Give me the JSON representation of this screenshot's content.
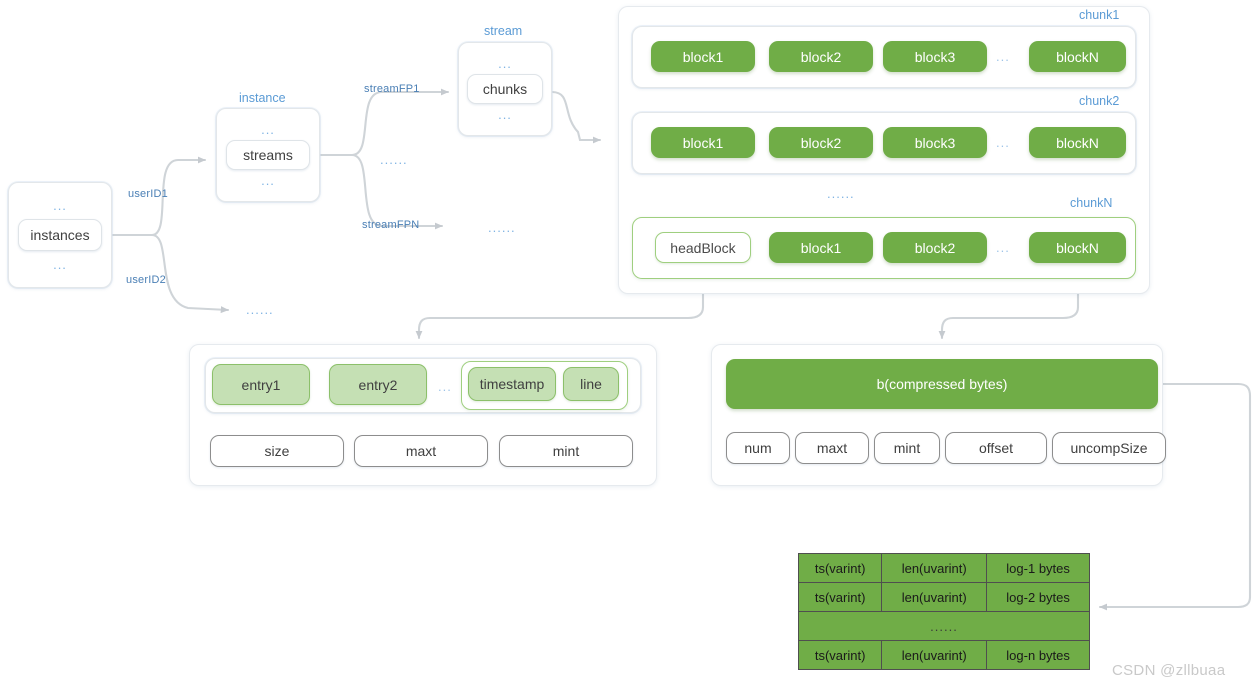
{
  "meta": {
    "watermark": "CSDN @zllbuaa",
    "colors": {
      "block_green": "#70ad47",
      "entry_green": "#c5e0b4",
      "label_blue": "#5b9bd5",
      "edge_label_blue": "#4a7fb5",
      "wire_grey": "#c8cdd2",
      "shell_border": "#e3e7ea",
      "green_border": "#9fcf7f"
    }
  },
  "instances_node": {
    "top_dots": "...",
    "label": "instances",
    "bottom_dots": "..."
  },
  "instance_node": {
    "caption": "instance",
    "top_dots": "...",
    "label": "streams",
    "bottom_dots": "..."
  },
  "stream_node": {
    "caption": "stream",
    "top_dots": "...",
    "label": "chunks",
    "bottom_dots": "..."
  },
  "edges": {
    "userID1": "userID1",
    "userID2": "userID2",
    "streamFP1": "streamFP1",
    "streamFPN": "streamFPN",
    "stream_middle_dots": "......",
    "userID2_target_dots": "......",
    "streamFPN_target_dots": "......"
  },
  "chunks": {
    "between_dots": "......",
    "list": [
      {
        "caption": "chunk1",
        "green_border": false,
        "blocks": [
          {
            "label": "block1",
            "style": "green"
          },
          {
            "label": "block2",
            "style": "green"
          },
          {
            "label": "block3",
            "style": "green"
          },
          {
            "label": "...",
            "style": "dots"
          },
          {
            "label": "blockN",
            "style": "green"
          }
        ]
      },
      {
        "caption": "chunk2",
        "green_border": false,
        "blocks": [
          {
            "label": "block1",
            "style": "green"
          },
          {
            "label": "block2",
            "style": "green"
          },
          {
            "label": "block3",
            "style": "green"
          },
          {
            "label": "...",
            "style": "dots"
          },
          {
            "label": "blockN",
            "style": "green"
          }
        ]
      },
      {
        "caption": "chunkN",
        "green_border": true,
        "blocks": [
          {
            "label": "headBlock",
            "style": "outline-green"
          },
          {
            "label": "block1",
            "style": "green"
          },
          {
            "label": "block2",
            "style": "green"
          },
          {
            "label": "...",
            "style": "dots"
          },
          {
            "label": "blockN",
            "style": "green"
          }
        ]
      }
    ]
  },
  "head_block_detail": {
    "entries": [
      {
        "label": "entry1",
        "style": "lgreen"
      },
      {
        "label": "entry2",
        "style": "lgreen"
      },
      {
        "label": "...",
        "style": "dots"
      }
    ],
    "entry_fields": [
      {
        "label": "timestamp"
      },
      {
        "label": "line"
      }
    ],
    "meta_fields": [
      "size",
      "maxt",
      "mint"
    ]
  },
  "block_detail": {
    "body_label": "b(compressed bytes)",
    "meta_fields": [
      "num",
      "maxt",
      "mint",
      "offset",
      "uncompSize"
    ]
  },
  "bytes_table": {
    "rows": [
      {
        "type": "data",
        "cells": [
          "ts(varint)",
          "len(uvarint)",
          "log-1 bytes"
        ]
      },
      {
        "type": "data",
        "cells": [
          "ts(varint)",
          "len(uvarint)",
          "log-2 bytes"
        ]
      },
      {
        "type": "ellipsis",
        "cells": [
          "......"
        ]
      },
      {
        "type": "data",
        "cells": [
          "ts(varint)",
          "len(uvarint)",
          "log-n bytes"
        ]
      }
    ]
  }
}
